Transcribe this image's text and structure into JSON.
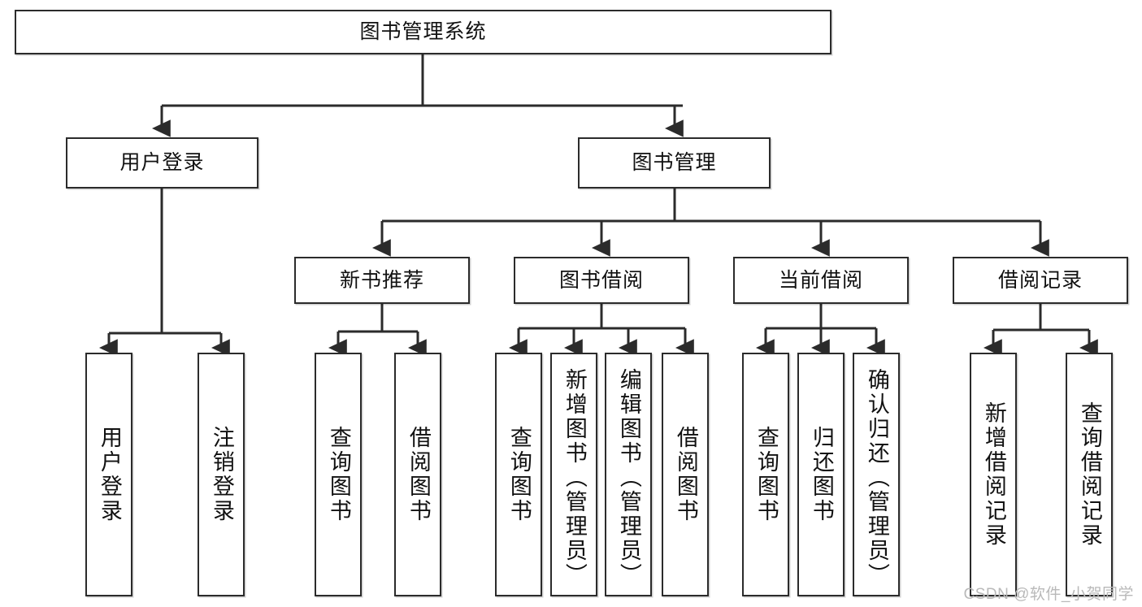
{
  "diagram": {
    "title": "图书管理系统",
    "type": "tree-hierarchy-chart",
    "watermark": "CSDN @软件_小贺同学",
    "colors": {
      "stroke": "#2b2b2b",
      "fill": "#ffffff",
      "text": "#111111",
      "watermark": "#b9b9b9"
    },
    "levels": {
      "root": {
        "label": "图书管理系统"
      },
      "level2": [
        {
          "label": "用户登录"
        },
        {
          "label": "图书管理"
        }
      ],
      "level3": [
        {
          "label": "新书推荐"
        },
        {
          "label": "图书借阅"
        },
        {
          "label": "当前借阅"
        },
        {
          "label": "借阅记录"
        }
      ],
      "leaves": {
        "user_login": [
          {
            "label": "用户登录"
          },
          {
            "label": "注销登录"
          }
        ],
        "new_book_recommend": [
          {
            "label": "查询图书"
          },
          {
            "label": "借阅图书"
          }
        ],
        "book_borrow": [
          {
            "label": "查询图书"
          },
          {
            "label": "新增图书（管理员）"
          },
          {
            "label": "编辑图书（管理员）"
          },
          {
            "label": "借阅图书"
          }
        ],
        "current_borrow": [
          {
            "label": "查询图书"
          },
          {
            "label": "归还图书"
          },
          {
            "label": "确认归还（管理员）"
          }
        ],
        "borrow_record": [
          {
            "label": "新增借阅记录"
          },
          {
            "label": "查询借阅记录"
          }
        ]
      }
    }
  }
}
